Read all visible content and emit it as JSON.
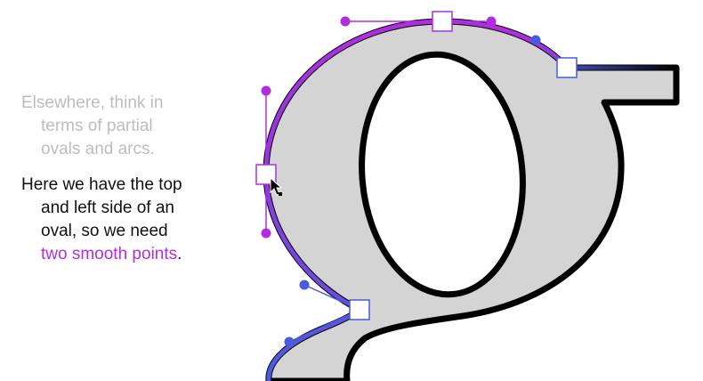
{
  "caption_muted": {
    "lines": [
      "Elsewhere, think in",
      "terms of partial",
      "ovals and arcs."
    ]
  },
  "caption_main": {
    "line1": "Here we have the top",
    "line2": "and left side of an",
    "line3": "oval, so we need",
    "highlight": "two smooth points",
    "trailing": "."
  },
  "colors": {
    "glyph_fill": "#d4d4d4",
    "outline": "#000000",
    "path_purple": "#b12ee0",
    "path_blue": "#4a5bdc",
    "handle_purple": "#b12ee0",
    "handle_blue": "#4a5bdc",
    "anchor_fill": "#ffffff",
    "muted_text": "#bdbdbd"
  },
  "icons": [
    "selection-arrow-cursor-icon"
  ]
}
